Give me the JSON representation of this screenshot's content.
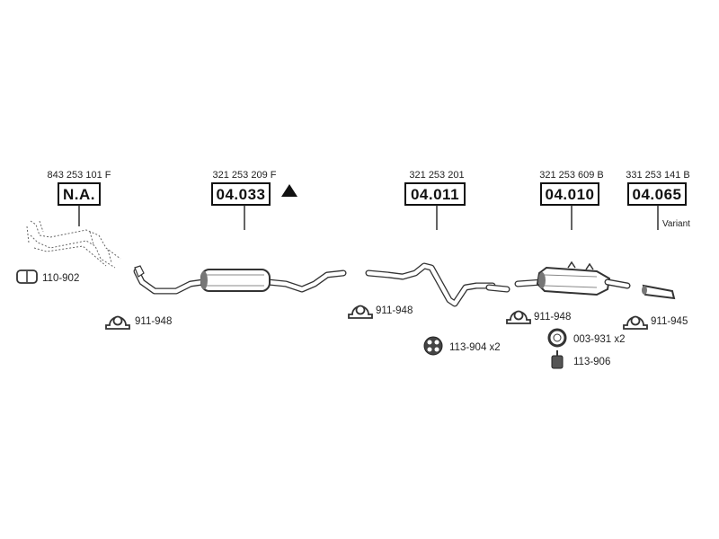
{
  "sections": [
    {
      "ref": "843 253 101 F",
      "code": "N.A."
    },
    {
      "ref": "321 253 209 F",
      "code": "04.033"
    },
    {
      "ref": "321 253 201",
      "code": "04.011"
    },
    {
      "ref": "321 253 609 B",
      "code": "04.010"
    },
    {
      "ref": "331 253 141 B",
      "code": "04.065",
      "note": "Variant"
    }
  ],
  "parts": {
    "gasket_front": "110-902",
    "clamp_1": "911-948",
    "clamp_2": "911-948",
    "clamp_3": "911-948",
    "clamp_4": "911-945",
    "rubber_mount": "113-904 x2",
    "ring_seal": "003-931 x2",
    "hanger": "113-906"
  },
  "symbols": {
    "warning": "triangle-icon"
  },
  "colors": {
    "line": "#333333",
    "fill": "#ffffff"
  }
}
